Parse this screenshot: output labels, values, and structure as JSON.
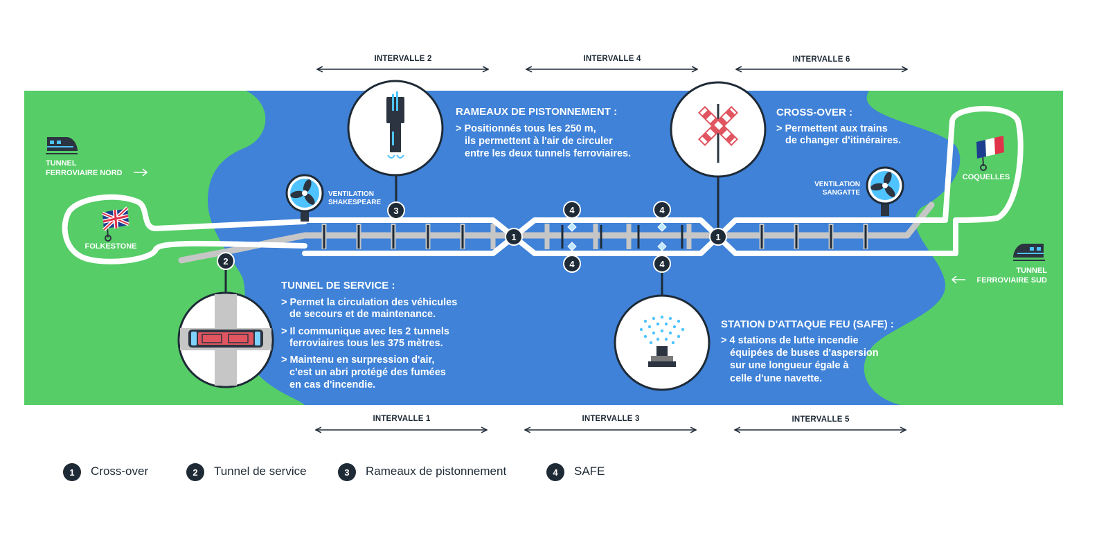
{
  "intervals": {
    "top": [
      "INTERVALLE 2",
      "INTERVALLE 4",
      "INTERVALLE 6"
    ],
    "bottom": [
      "INTERVALLE 1",
      "INTERVALLE 3",
      "INTERVALLE 5"
    ]
  },
  "places": {
    "nord_line1": "TUNNEL",
    "nord_line2": "FERROVIAIRE NORD",
    "sud_line1": "TUNNEL",
    "sud_line2": "FERROVIAIRE SUD",
    "folkestone": "FOLKESTONE",
    "coquelles": "COQUELLES",
    "vent_shakespeare_1": "VENTILATION",
    "vent_shakespeare_2": "SHAKESPEARE",
    "vent_sangatte_1": "VENTILATION",
    "vent_sangatte_2": "SANGATTE"
  },
  "blocks": {
    "rameaux": {
      "title": "RAMEAUX DE PISTONNEMENT :",
      "lines": [
        "> Positionnés tous les 250 m,",
        "ils permettent à l'air de circuler",
        "entre les deux tunnels ferroviaires."
      ]
    },
    "crossover": {
      "title": "CROSS-OVER :",
      "lines": [
        "> Permettent aux trains",
        "de changer d'itinéraires."
      ]
    },
    "service": {
      "title": "TUNNEL DE SERVICE :",
      "lines": [
        "> Permet la circulation des véhicules",
        "de secours et de maintenance.",
        "> Il communique avec les 2 tunnels",
        "ferroviaires tous les 375 mètres.",
        "> Maintenu en surpression d'air,",
        "c'est un abri protégé des fumées",
        "en cas d'incendie."
      ]
    },
    "safe": {
      "title": "STATION D'ATTAQUE FEU (SAFE) :",
      "lines": [
        "> 4 stations de lutte incendie",
        "équipées de buses d'aspersion",
        "sur une longueur égale à",
        "celle d'une navette."
      ]
    }
  },
  "badges": [
    "1",
    "2",
    "3",
    "4"
  ],
  "legend": [
    {
      "num": "1",
      "label": "Cross-over"
    },
    {
      "num": "2",
      "label": "Tunnel de service"
    },
    {
      "num": "3",
      "label": "Rameaux de pistonnement"
    },
    {
      "num": "4",
      "label": "SAFE"
    }
  ],
  "colors": {
    "sea": "#3f82d8",
    "land": "#56cd67",
    "track": "#c6c6c6",
    "badge": "#1e2a36",
    "arrow": "#1e2a36"
  }
}
